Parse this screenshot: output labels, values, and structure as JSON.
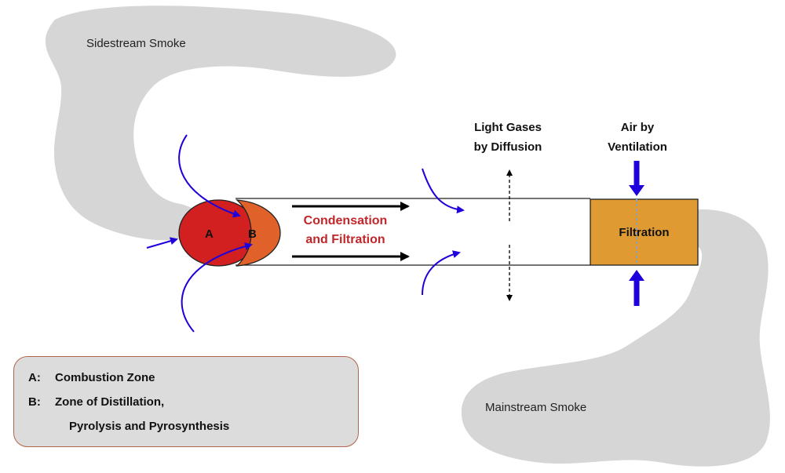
{
  "labels": {
    "sidestream": "Sidestream Smoke",
    "mainstream": "Mainstream Smoke",
    "light_gases": [
      "Light Gases",
      "by Diffusion"
    ],
    "air_ventilation": [
      "Air by",
      "Ventilation"
    ],
    "condensation": [
      "Condensation",
      "and Filtration"
    ],
    "filtration": "Filtration",
    "zone_a": "A",
    "zone_b": "B"
  },
  "legend": {
    "a_key": "A:",
    "a_text": "Combustion Zone",
    "b_key": "B:",
    "b_text_line1": "Zone of Distillation,",
    "b_text_line2": "Pyrolysis and Pyrosynthesis"
  },
  "colors": {
    "smoke": "#d6d6d6",
    "zone_a": "#d22020",
    "zone_b": "#e0622a",
    "filter": "#e09a32",
    "flow_arrow": "#1e00dc",
    "text_red": "#c0262a",
    "legend_border": "#b0664a"
  }
}
